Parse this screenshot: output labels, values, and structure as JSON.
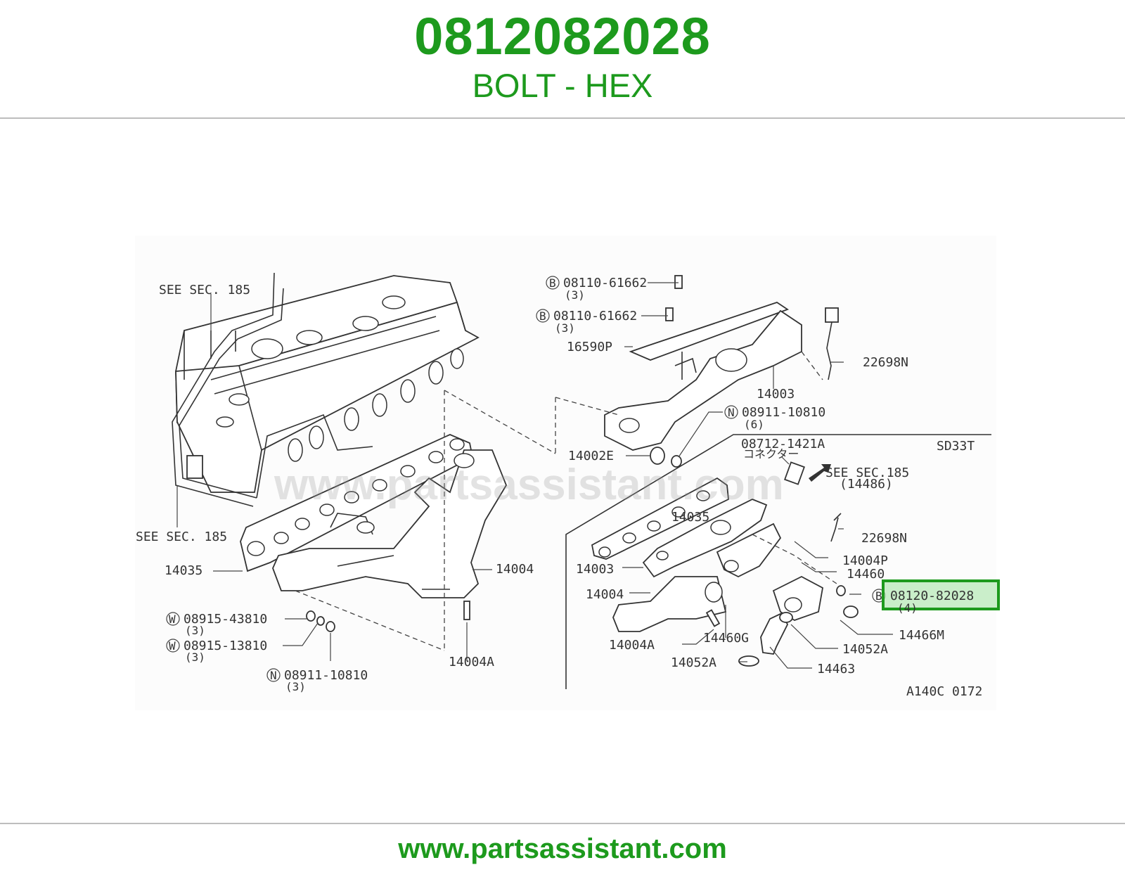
{
  "header": {
    "part_number": "0812082028",
    "description": "BOLT - HEX"
  },
  "footer": {
    "url": "www.partsassistant.com"
  },
  "diagram": {
    "watermark": "www.partsassistant.com",
    "highlight_color": "#1d9a1d",
    "labels": {
      "see_sec_185_a": "SEE SEC. 185",
      "see_sec_185_b": "SEE SEC. 185",
      "l14035_left": "14035",
      "l14004_left": "14004",
      "l14004a_left": "14004A",
      "w08915_43810": "08915-43810",
      "w08915_43810_q": "(3)",
      "w08915_13810": "08915-13810",
      "w08915_13810_q": "(3)",
      "n08911_10810_left": "08911-10810",
      "n08911_10810_left_q": "(3)",
      "b08110_61662_a": "08110-61662",
      "b08110_61662_a_q": "(3)",
      "b08110_61662_b": "08110-61662",
      "b08110_61662_b_q": "(3)",
      "l16590p": "16590P",
      "l22698n_top": "22698N",
      "l14003_top": "14003",
      "n08911_10810_right": "08911-10810",
      "n08911_10810_right_q": "(6)",
      "l14002e": "14002E",
      "l08712_1421a": "08712-1421A",
      "connector_jp": "コネクター",
      "sd33t": "SD33T",
      "see_sec_185_c": "SEE SEC.185",
      "l14486": "(14486)",
      "l14035_right": "14035",
      "l22698n_mid": "22698N",
      "l14003_right": "14003",
      "l14004p": "14004P",
      "l14460": "14460",
      "l14004_right": "14004",
      "l08120_82028": "08120-82028",
      "l08120_82028_q": "(4)",
      "l14466m": "14466M",
      "l14004a_right": "14004A",
      "l14460g": "14460G",
      "l14052a_a": "14052A",
      "l14052a_b": "14052A",
      "l14463": "14463",
      "code": "A140C 0172",
      "mark_b": "B",
      "mark_w": "W",
      "mark_n": "N"
    }
  }
}
